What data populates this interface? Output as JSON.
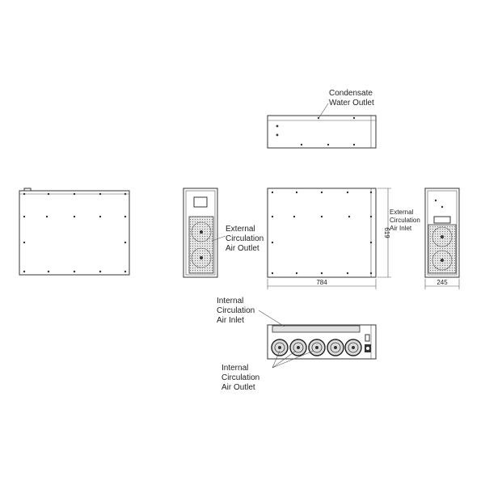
{
  "labels": {
    "condensate": [
      "Condensate",
      "Water Outlet"
    ],
    "ext_outlet": [
      "External",
      "Circulation",
      "Air Outlet"
    ],
    "ext_inlet": [
      "External",
      "Circulation",
      "Air Inlet"
    ],
    "int_inlet": [
      "Internal",
      "Circulation",
      "Air Inlet"
    ],
    "int_outlet": [
      "Internal",
      "Circulation",
      "Air Outlet"
    ]
  },
  "dimensions": {
    "width": "784",
    "height": "619",
    "depth": "245"
  }
}
